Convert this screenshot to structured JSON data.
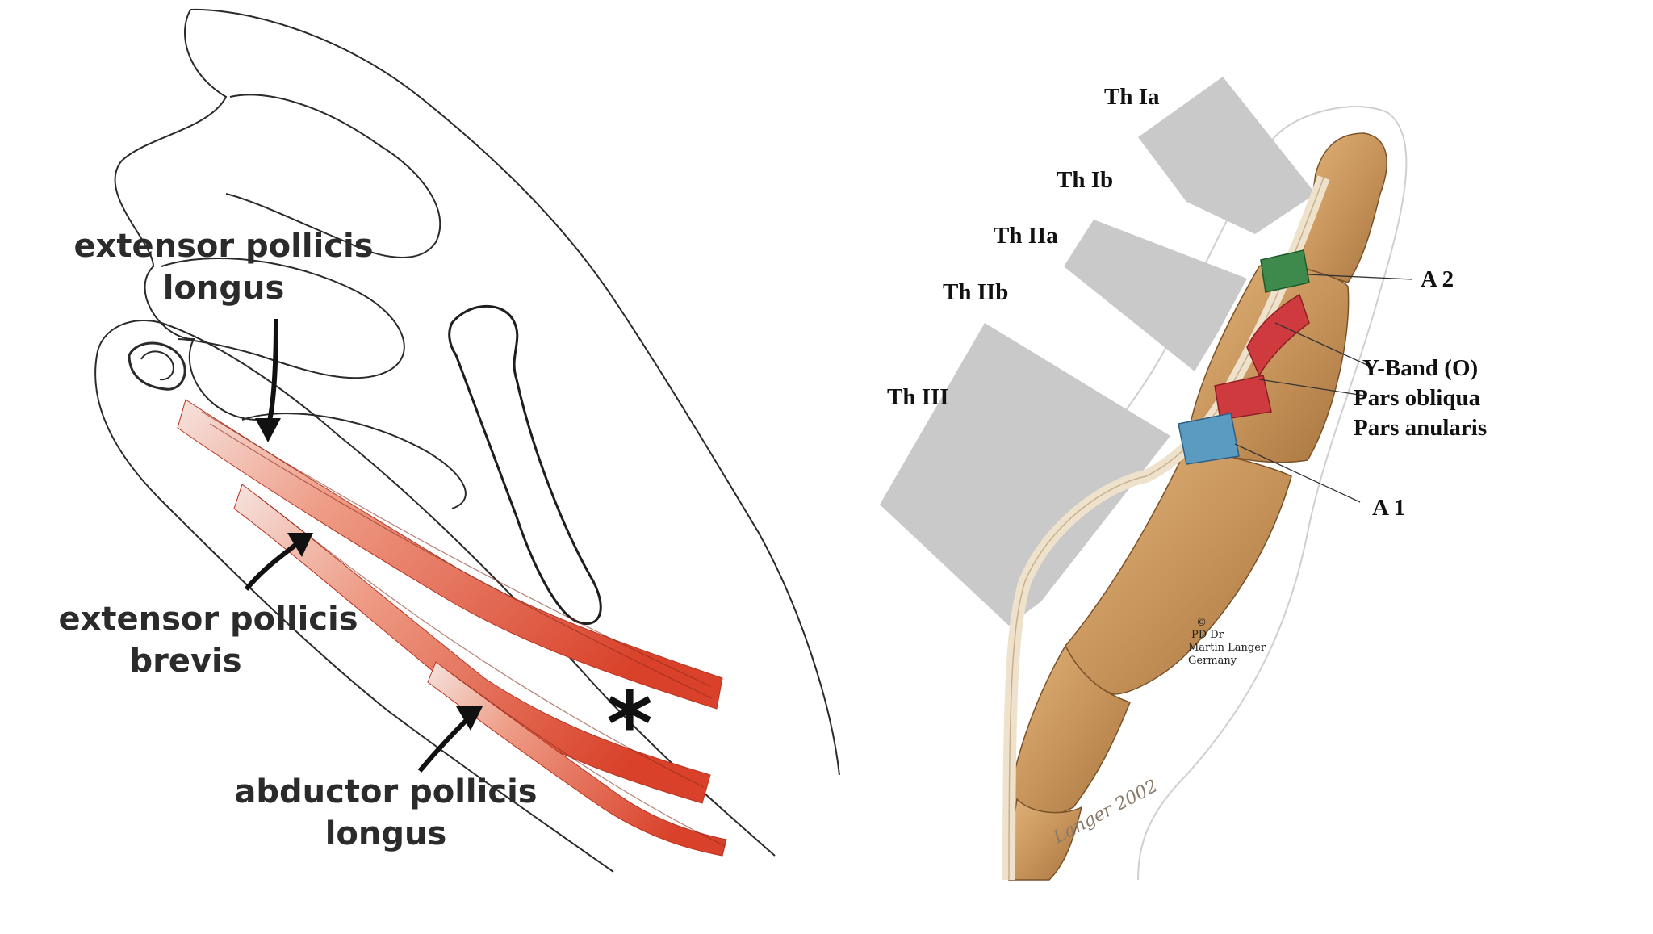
{
  "left_panel": {
    "labels": {
      "epl_line1": "extensor pollicis",
      "epl_line2": "longus",
      "epb_line1": "extensor pollicis",
      "epb_line2": "brevis",
      "apl_line1": "abductor pollicis",
      "apl_line2": "longus",
      "asterisk": "*"
    },
    "colors": {
      "tendon_red": "#d9412a",
      "outline": "#2a2a2a",
      "label": "#2b2b2b"
    }
  },
  "right_panel": {
    "labels": {
      "th_ia": "Th Ia",
      "th_ib": "Th Ib",
      "th_iia": "Th IIa",
      "th_iib": "Th IIb",
      "th_iii": "Th III",
      "a2": "A 2",
      "y_band": "Y-Band (O)",
      "pars_obliqua": "Pars obliqua",
      "pars_anularis": "Pars anularis",
      "a1": "A 1"
    },
    "signature": {
      "line1": "©",
      "line2": "PD Dr",
      "line3": "Martin Langer",
      "line4": "Germany",
      "artist": "Langer 2002"
    },
    "colors": {
      "bone": "#c8955c",
      "zone_gray": "#c9c9c9",
      "pulley_green": "#3e8a4c",
      "pulley_red": "#cf3a3f",
      "pulley_blue": "#5b9bc2",
      "tendon": "#efe2cc"
    }
  }
}
